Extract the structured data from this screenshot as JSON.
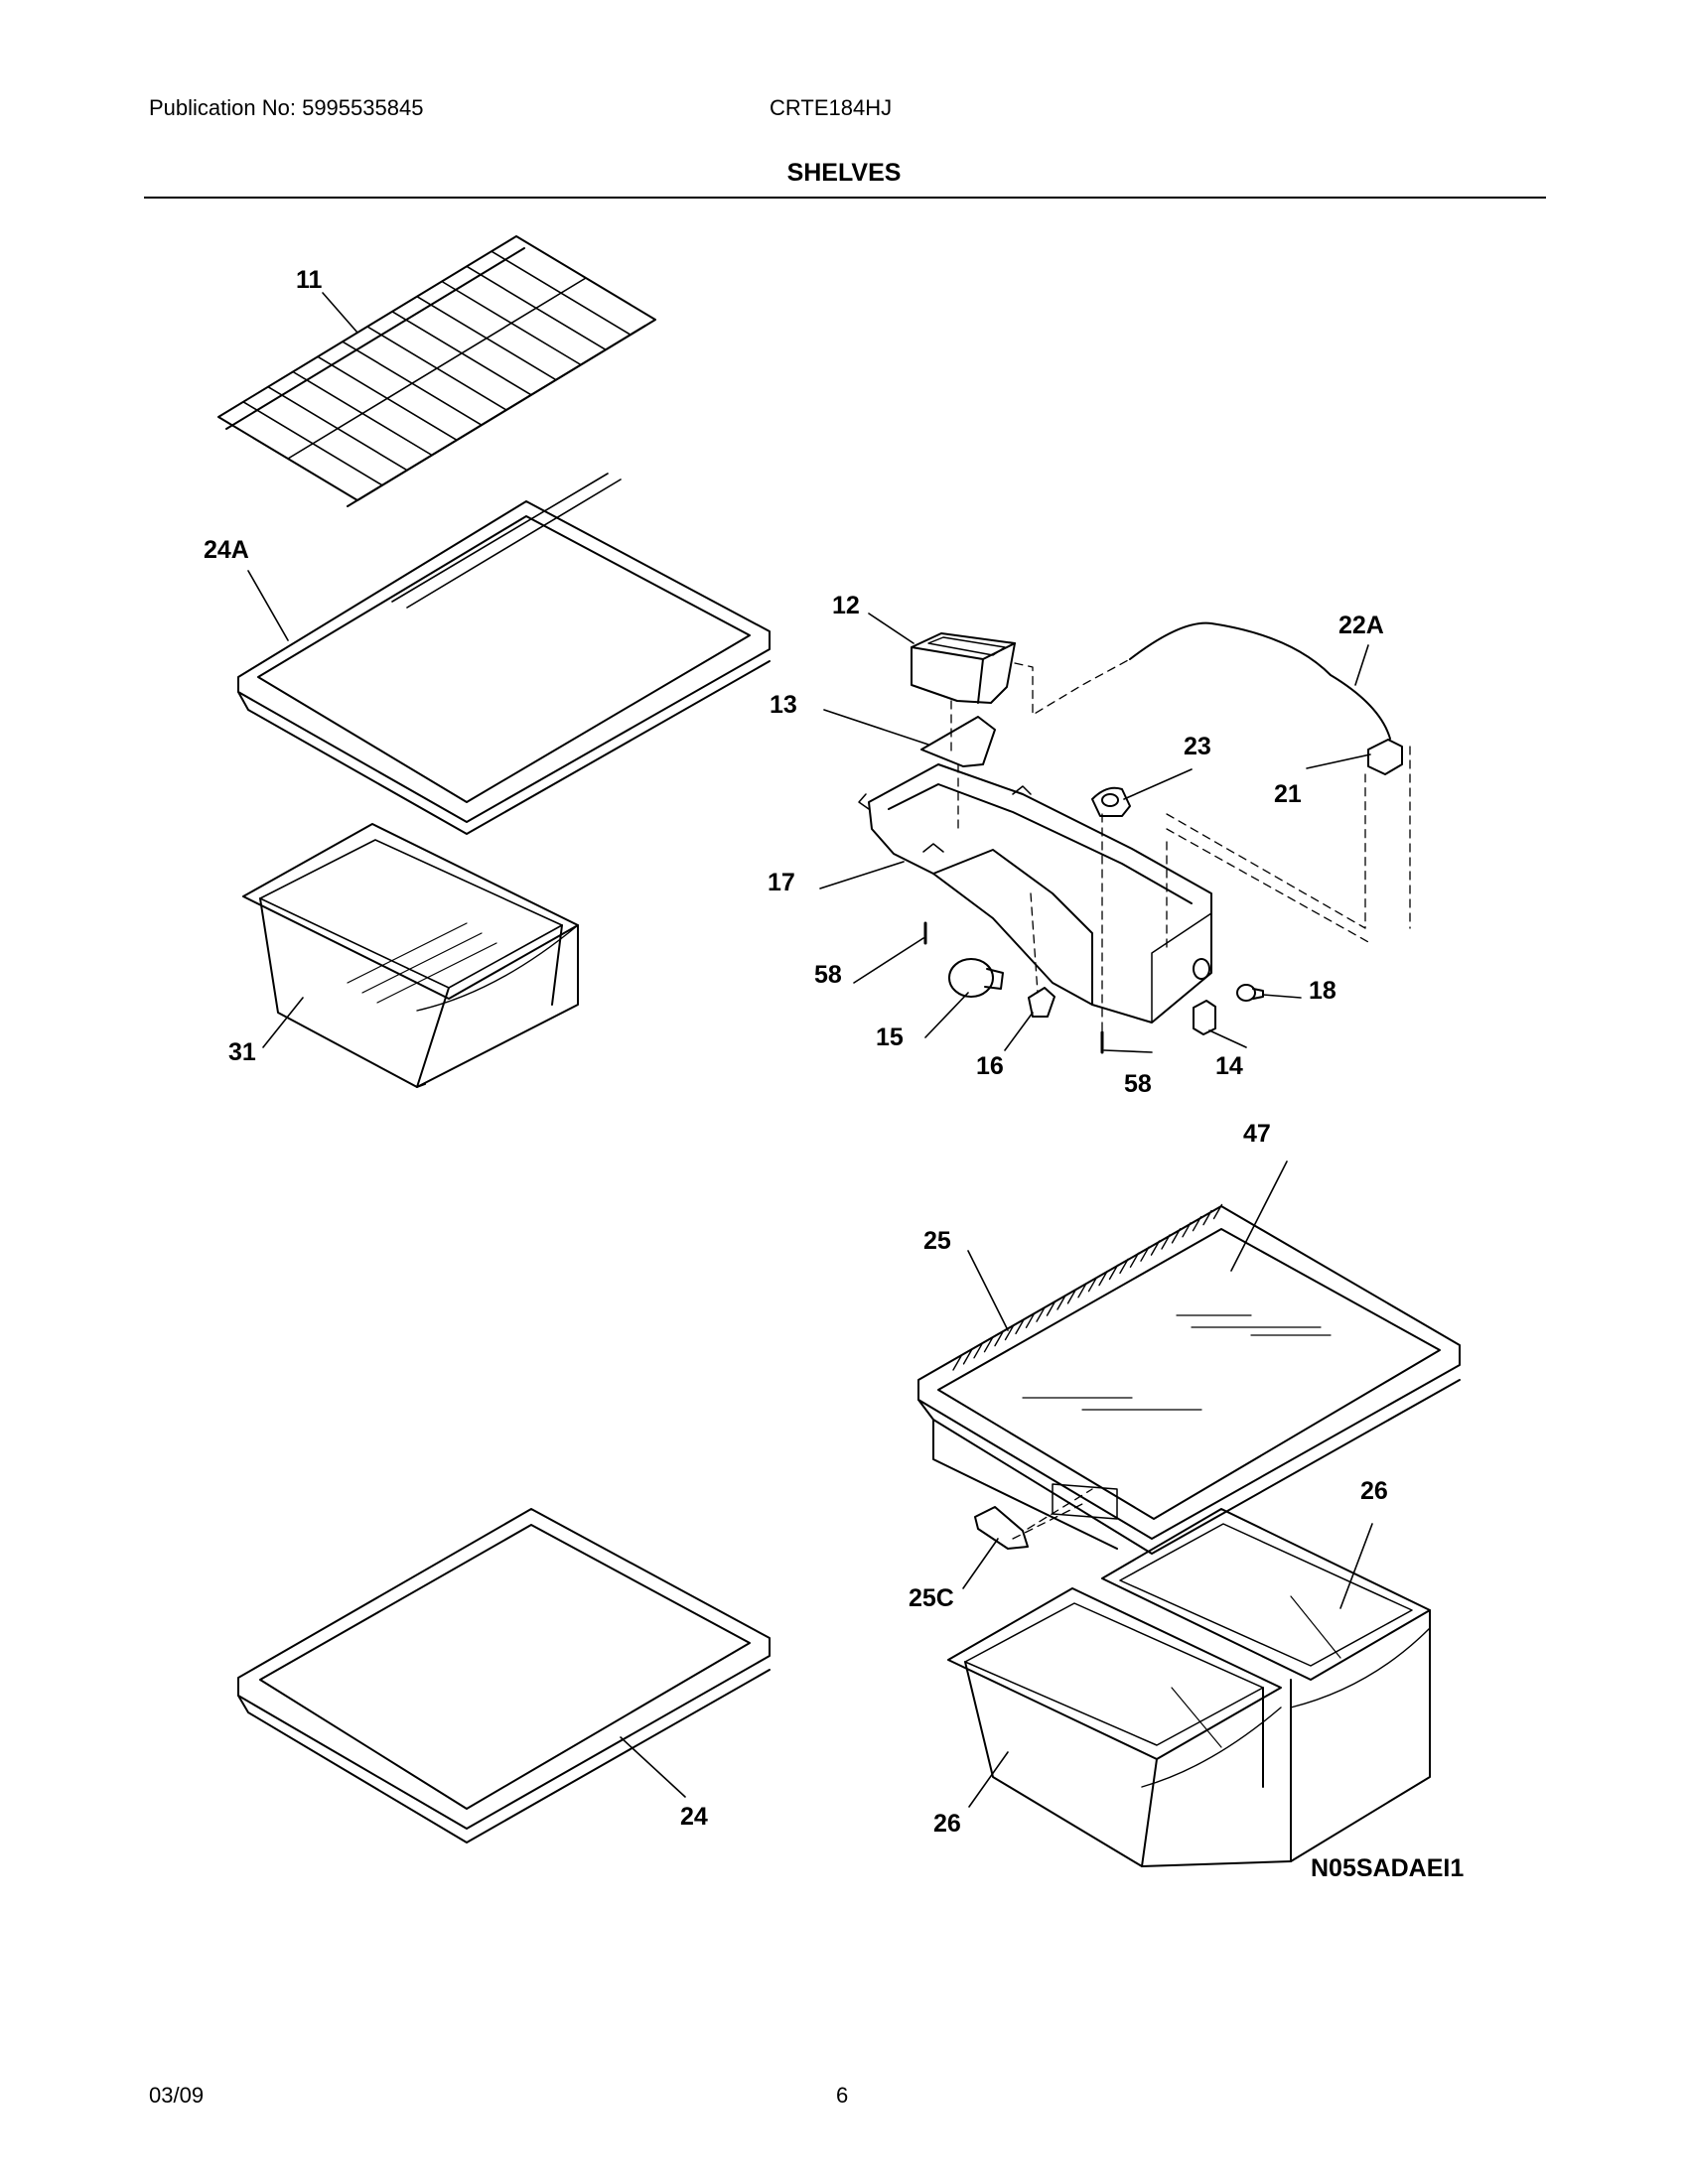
{
  "header": {
    "publication": "Publication No: 5995535845",
    "model": "CRTE184HJ",
    "section_title": "SHELVES"
  },
  "diagram": {
    "code": "N05SADAEI1",
    "callouts": [
      "11",
      "24A",
      "12",
      "22A",
      "13",
      "23",
      "21",
      "17",
      "58",
      "18",
      "15",
      "16",
      "14",
      "58",
      "31",
      "47",
      "25",
      "26",
      "25C",
      "24",
      "26"
    ]
  },
  "footer": {
    "date": "03/09",
    "page": "6"
  }
}
